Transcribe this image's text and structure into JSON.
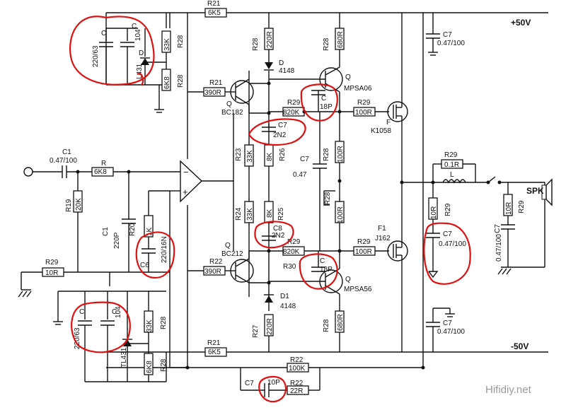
{
  "rails": {
    "pos": "+50V",
    "neg": "-50V"
  },
  "labels": {
    "topR21": "R21",
    "topR21v": "6K5",
    "botR21": "R21",
    "botR21v": "6K5",
    "tlC": "C",
    "tlCv": "220/63",
    "tlC2": "C",
    "tlC2v": "104",
    "tlR1": "33K",
    "tlR1n": "R28",
    "tlD": "D",
    "tlDv": "L431",
    "tlR2": "6K8",
    "tlR2n": "R28",
    "blC": "C",
    "blCv": "220/63",
    "blC2": "C",
    "blC2v": "104",
    "blR1": "33K",
    "blR1n": "R28",
    "blDv": "TL431",
    "blR2": "6K8",
    "blR2n": "R28",
    "R28a": "R28",
    "R28av": "220R",
    "D4148a": "D",
    "D4148av": "4148",
    "R21b": "R21",
    "R21bv": "390R",
    "Q1": "Q",
    "Q1v": "BC182",
    "Q2": "Q",
    "Q2v": "MPSA06",
    "R28b": "R28",
    "R28bv": "680R",
    "R29a": "R29",
    "R29av": "820K",
    "C18a": "C",
    "C18av": "18P",
    "R29b": "R29",
    "R29bv": "100R",
    "F1": "F",
    "F1v": "K1058",
    "C7a": "C7",
    "C7av": "2N2",
    "R23": "R23",
    "R23v": "33K",
    "R26": "R26",
    "R26v": "8K",
    "C7b": "C7",
    "C7bv": "0.47",
    "R28c": "R28",
    "R28cv": "100R",
    "R28d": "R28",
    "R28dv": "100R",
    "C1": "C1",
    "C1v": "0.47/100",
    "Rin": "R",
    "Rinv": "6K8",
    "R19": "R19",
    "R19v": "20K",
    "C1b": "C1",
    "C1bv": "220P",
    "R20": "R20",
    "R20v": "1K",
    "C6": "C6",
    "C6v": "220/16N",
    "R24": "R24",
    "R24v": "33K",
    "R25": "R25",
    "R25v": "8K",
    "C8": "C8",
    "C8v": "2N2",
    "R22a": "R22",
    "R22av": "390R",
    "Q3": "Q",
    "Q3v": "BC212",
    "R29c": "R29",
    "R29cv": "820K",
    "R30": "R30",
    "C18b": "C",
    "C18bv": "18P",
    "Q4": "Q",
    "Q4v": "MPSA56",
    "D1": "D1",
    "D1v": "4148",
    "R27": "R27",
    "R27v": "220R",
    "R28e": "R28",
    "R28ev": "680R",
    "R29d": "R29",
    "R29dv": "100R",
    "F2": "F1",
    "F2v": "J162",
    "R29in": "R29",
    "R29inv": "10R",
    "C7top": "C7",
    "C7topv": "0.47/100",
    "C7bot": "C7",
    "C7botv": "0.47/100",
    "R29L": "R29",
    "R29Lv": "0.1R",
    "L": "L",
    "R29z": "R29",
    "R29zv": "10R",
    "C7z": "C7",
    "C7zv": "0.47/100",
    "R29sp": "R29",
    "R29spv": "10R",
    "C7sp": "C7",
    "C7spv": "0.47/100",
    "SPK": "SPK",
    "R22b": "R22",
    "R22bv": "100K",
    "R22c": "R22",
    "R22cv": "22R",
    "C7fb": "C7",
    "C7fbv": "10P",
    "watermark": "Hifidiy.net"
  }
}
